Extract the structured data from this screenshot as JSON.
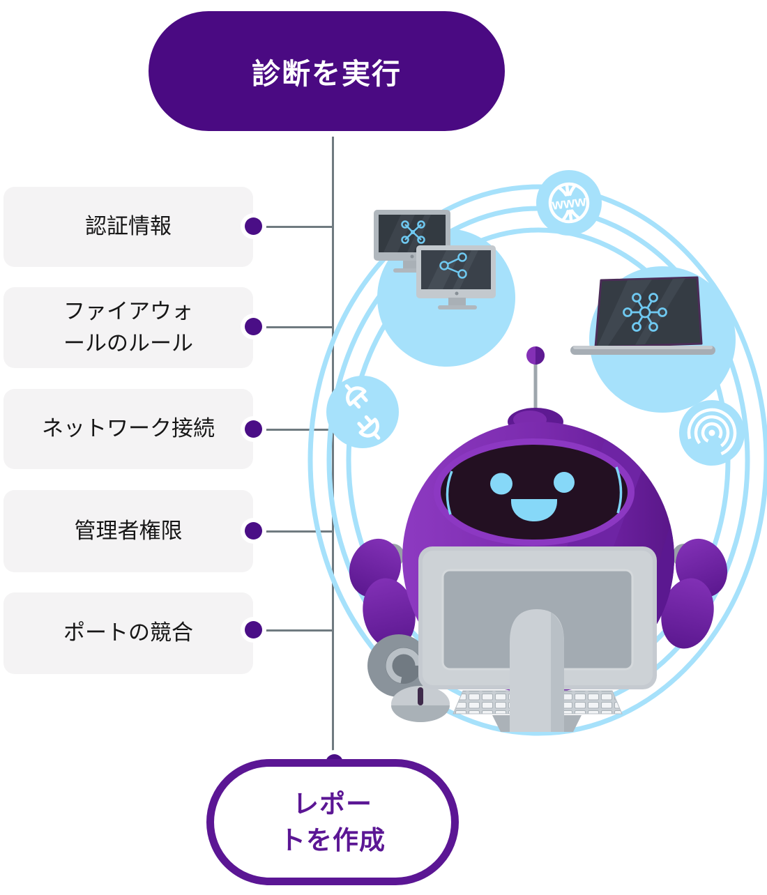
{
  "flow": {
    "start": {
      "label": "診断を実行"
    },
    "checks": [
      {
        "label": "認証情報"
      },
      {
        "label": "ファイアウォ\nールのルール"
      },
      {
        "label": "ネットワーク接続"
      },
      {
        "label": "管理者権限"
      },
      {
        "label": "ポートの競合"
      }
    ],
    "end": {
      "label": "レポー\nトを作成"
    }
  },
  "illustration": {
    "globe_text": "www",
    "icons": [
      "network-monitors-icon",
      "www-globe-icon",
      "laptop-network-icon",
      "plug-connection-icon",
      "radar-signal-icon",
      "robot-mascot",
      "desktop-monitor",
      "keyboard",
      "mouse"
    ]
  },
  "colors": {
    "primary_purple": "#4A0A82",
    "accent_purple": "#5B1694",
    "robot_purple": "#7B2BAD",
    "light_blue": "#A6E1FB",
    "box_bg": "#F4F3F4",
    "line_gray": "#6F7A80",
    "dot_purple": "#4A0E86"
  }
}
